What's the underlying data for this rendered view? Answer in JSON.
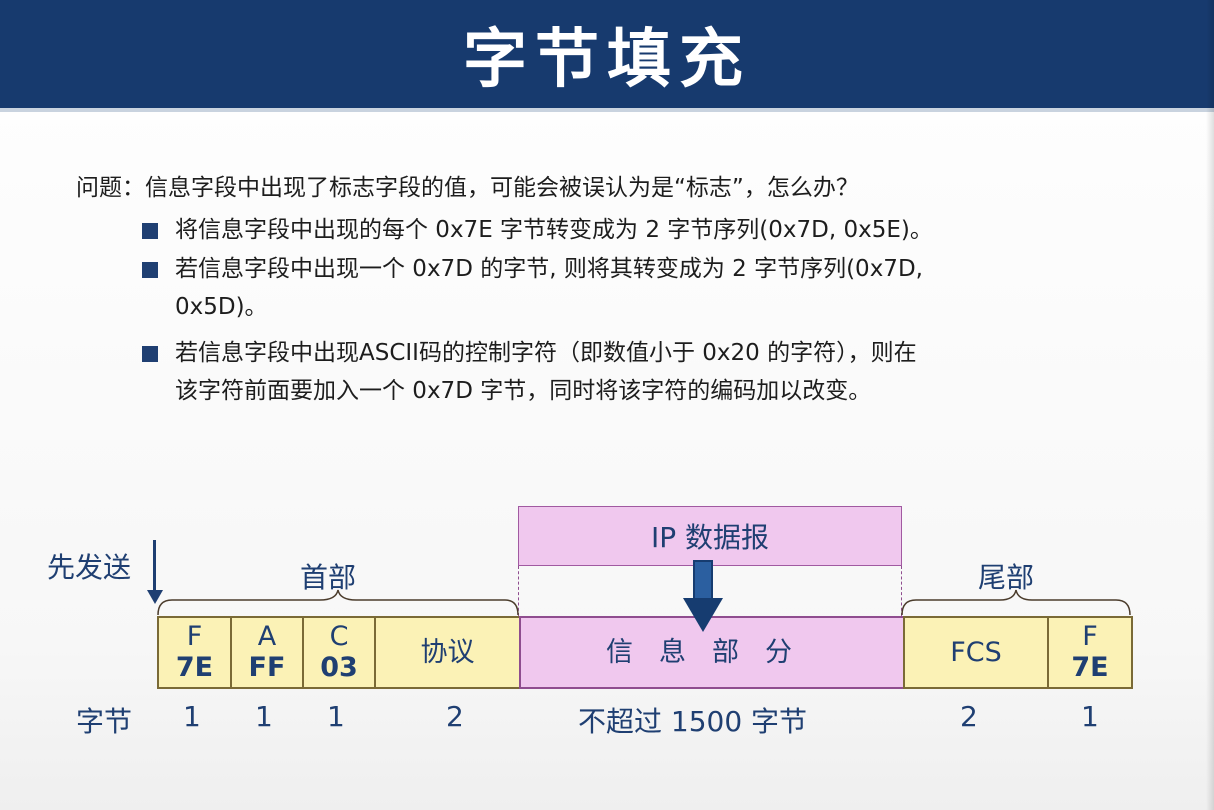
{
  "title": "字节填充",
  "question": "问题：信息字段中出现了标志字段的值，可能会被误认为是“标志”，怎么办？",
  "bullets": [
    {
      "lines": [
        "将信息字段中出现的每个 0x7E 字节转变成为 2 字节序列(0x7D, 0x5E)。"
      ]
    },
    {
      "lines": [
        "若信息字段中出现一个 0x7D 的字节, 则将其转变成为 2 字节序列(0x7D,",
        "0x5D)。"
      ]
    },
    {
      "lines": [
        "若信息字段中出现ASCII码的控制字符（即数值小于 0x20 的字符），则在",
        "该字符前面要加入一个 0x7D 字节，同时将该字符的编码加以改变。"
      ]
    }
  ],
  "diagram": {
    "ip_label": "IP 数据报",
    "first_send": "先发送",
    "header_label": "首部",
    "trailer_label": "尾部",
    "fields": [
      {
        "top": "F",
        "bottom": "7E",
        "bytes": "1"
      },
      {
        "top": "A",
        "bottom": "FF",
        "bytes": "1"
      },
      {
        "top": "C",
        "bottom": "03",
        "bytes": "1"
      },
      {
        "top": "协议",
        "bottom": "",
        "bytes": "2"
      },
      {
        "top": "信息部分",
        "bottom": "",
        "bytes": "不超过 1500 字节"
      },
      {
        "top": "FCS",
        "bottom": "",
        "bytes": "2"
      },
      {
        "top": "F",
        "bottom": "7E",
        "bytes": "1"
      }
    ],
    "bytes_label": "字节"
  },
  "colors": {
    "title_bar": "#173a6e",
    "bullet": "#1f3f72",
    "field_yellow": "#fbf2b6",
    "field_pink": "#f0c8ee",
    "diagram_text": "#1f3f72",
    "arrow": "#2b5fa0"
  }
}
